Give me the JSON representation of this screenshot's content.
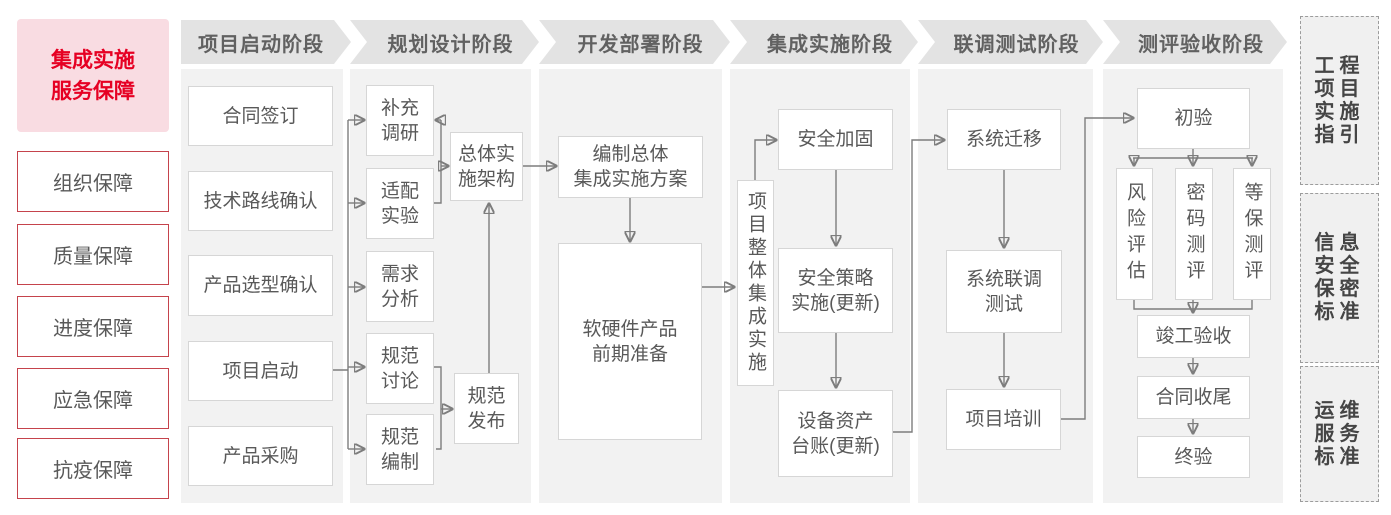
{
  "palette": {
    "accent_red": "#e60023",
    "red_border": "#c5434c",
    "pink_bg": "#f9dce2",
    "panel_gray": "#f2f2f2",
    "banner_gray": "#e3e3e3",
    "line_gray": "#7d7d7d"
  },
  "left_sidebar": {
    "title": "集成实施\n服务保障",
    "items": [
      "组织保障",
      "质量保障",
      "进度保障",
      "应急保障",
      "抗疫保障"
    ]
  },
  "stages": [
    {
      "header": "项目启动阶段",
      "boxes": [
        "合同签订",
        "技术路线确认",
        "产品选型确认",
        "项目启动",
        "产品采购"
      ]
    },
    {
      "header": "规划设计阶段",
      "boxes": [
        "补充\n调研",
        "适配\n实验",
        "需求\n分析",
        "规范\n讨论",
        "规范\n编制",
        "总体实\n施架构",
        "规范\n发布"
      ]
    },
    {
      "header": "开发部署阶段",
      "boxes": [
        "编制总体\n集成实施方案",
        "软硬件产品\n前期准备"
      ]
    },
    {
      "header": "集成实施阶段",
      "boxes": [
        "项目整体集成实施",
        "安全加固",
        "安全策略\n实施(更新)",
        "设备资产\n台账(更新)"
      ]
    },
    {
      "header": "联调测试阶段",
      "boxes": [
        "系统迁移",
        "系统联调\n测试",
        "项目培训"
      ]
    },
    {
      "header": "测评验收阶段",
      "boxes": [
        "初验",
        "风险评估",
        "密码测评",
        "等保测评",
        "竣工验收",
        "合同收尾",
        "终验"
      ]
    }
  ],
  "right_sidebar": [
    "工程\n项目\n实施\n指引",
    "信息\n安全\n保密\n标准",
    "运维\n服务\n标准"
  ]
}
